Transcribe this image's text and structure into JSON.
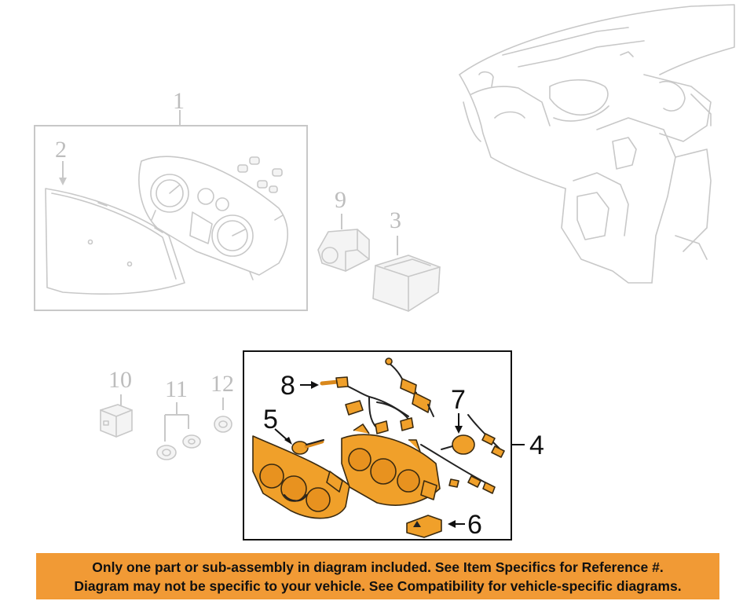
{
  "callouts": {
    "c1": "1",
    "c2": "2",
    "c3": "3",
    "c4": "4",
    "c5": "5",
    "c6": "6",
    "c7": "7",
    "c8": "8",
    "c9": "9",
    "c10": "10",
    "c11": "11",
    "c12": "12"
  },
  "banner": {
    "line1": "Only one part or sub-assembly in diagram included. See Item Specifics for Reference #.",
    "line2": "Diagram may not be specific to your vehicle. See Compatibility for vehicle-specific diagrams."
  },
  "colors": {
    "highlight_part": "#f0a02a",
    "banner_background": "#f19a35",
    "ghost_line": "#c8c8c8"
  }
}
